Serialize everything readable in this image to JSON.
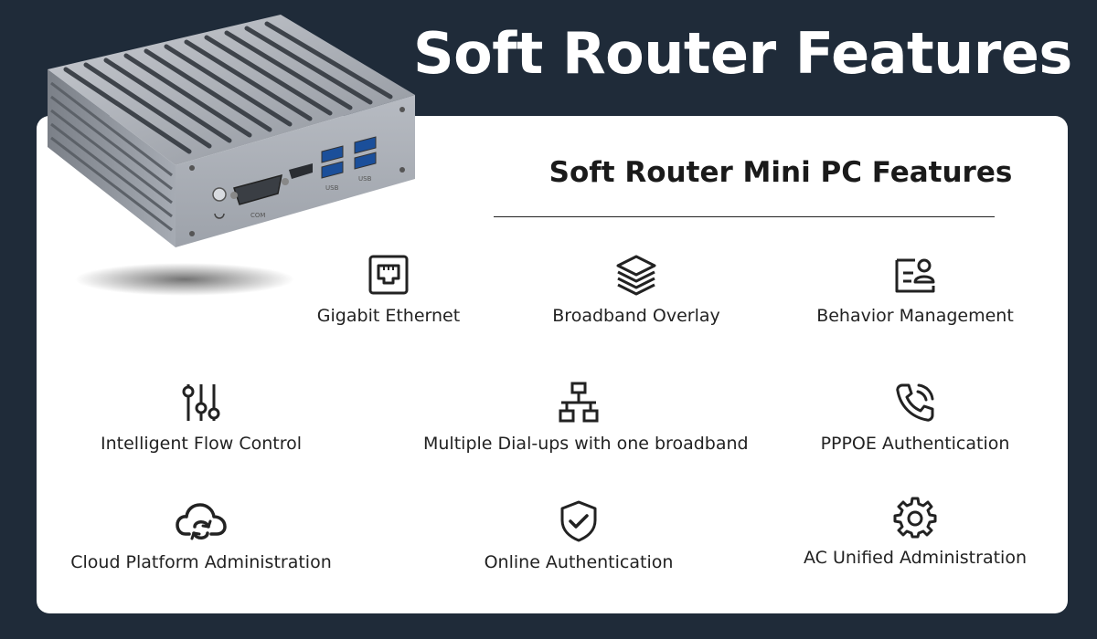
{
  "headline": "Soft Router Features",
  "card": {
    "title": "Soft Router Mini PC Features"
  },
  "device": {
    "port_labels": [
      "COM",
      "USB",
      "USB"
    ]
  },
  "features": [
    {
      "label": "Gigabit Ethernet",
      "icon": "ethernet-port-icon"
    },
    {
      "label": "Broadband Overlay",
      "icon": "layers-icon"
    },
    {
      "label": "Behavior Management",
      "icon": "user-management-icon"
    },
    {
      "label": "Intelligent Flow Control",
      "icon": "sliders-icon"
    },
    {
      "label": "Multiple Dial-ups with one broadband",
      "icon": "network-topology-icon"
    },
    {
      "label": "PPPOE Authentication",
      "icon": "phone-call-icon"
    },
    {
      "label": "Cloud Platform Administration",
      "icon": "cloud-sync-icon"
    },
    {
      "label": "Online Authentication",
      "icon": "shield-check-icon"
    },
    {
      "label": "AC Unified Administration",
      "icon": "gear-icon"
    }
  ]
}
